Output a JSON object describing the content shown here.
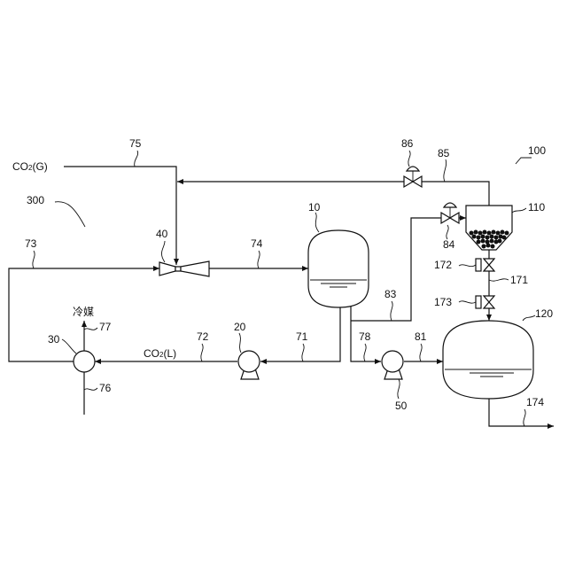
{
  "labels": {
    "co2_gas": "CO",
    "co2_gas_sub": "2",
    "co2_gas_suffix": "(G)",
    "co2_liquid": "CO",
    "co2_liquid_sub": "2",
    "co2_liquid_suffix": "(L)",
    "refrigerant": "冷媒"
  },
  "refs": {
    "r10": "10",
    "r20": "20",
    "r30": "30",
    "r40": "40",
    "r50": "50",
    "r71": "71",
    "r72": "72",
    "r73": "73",
    "r74": "74",
    "r75": "75",
    "r76": "76",
    "r77": "77",
    "r78": "78",
    "r81": "81",
    "r83": "83",
    "r84": "84",
    "r85": "85",
    "r86": "86",
    "r100": "100",
    "r110": "110",
    "r120": "120",
    "r171": "171",
    "r172": "172",
    "r173": "173",
    "r174": "174",
    "r300": "300"
  }
}
